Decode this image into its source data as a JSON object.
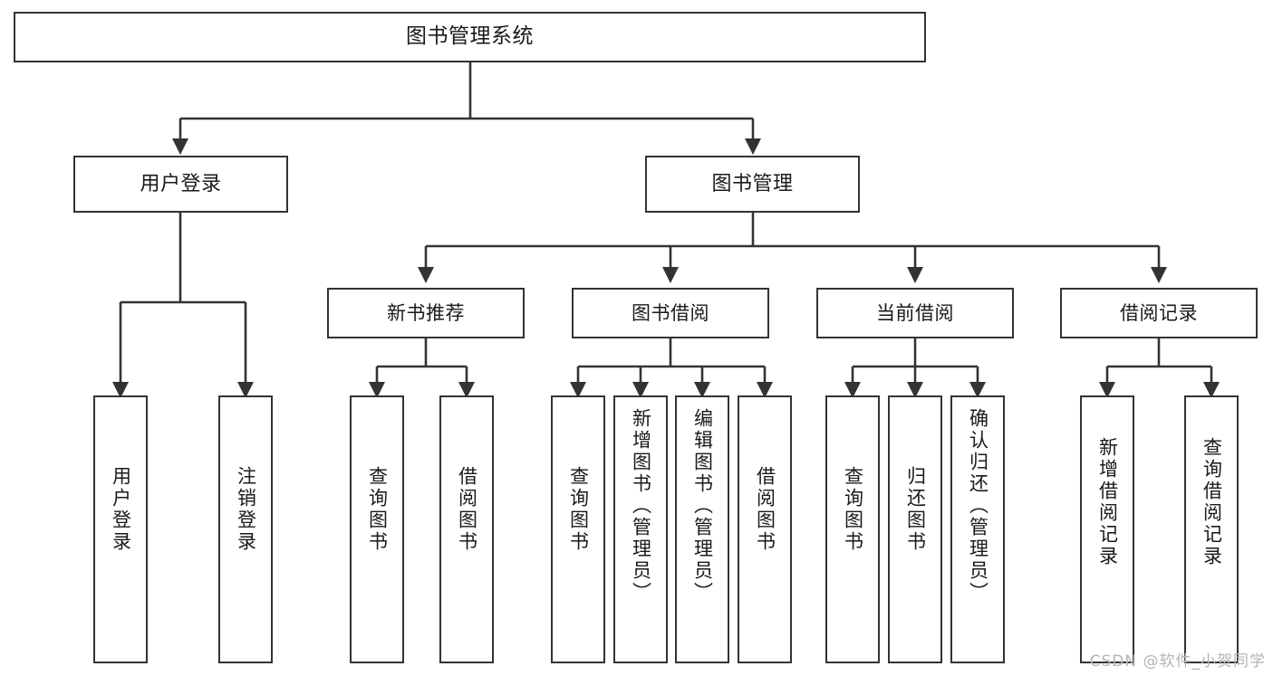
{
  "diagram": {
    "title": "图书管理系统",
    "type": "tree",
    "watermark": "CSDN @软件_小贺同学",
    "colors": {
      "stroke": "#333333",
      "fill": "#ffffff",
      "text": "#1a1a1a",
      "watermark": "#b4b4b4"
    },
    "nodes": {
      "root": {
        "label": "图书管理系统"
      },
      "level1": [
        {
          "id": "user-login",
          "label": "用户登录"
        },
        {
          "id": "book-manage",
          "label": "图书管理"
        }
      ],
      "level2": [
        {
          "id": "new-book-recommend",
          "label": "新书推荐"
        },
        {
          "id": "book-borrow",
          "label": "图书借阅"
        },
        {
          "id": "current-borrow",
          "label": "当前借阅"
        },
        {
          "id": "borrow-record",
          "label": "借阅记录"
        }
      ],
      "leaves": {
        "user-login": [
          {
            "id": "leaf-user-login",
            "label": "用户登录"
          },
          {
            "id": "leaf-logout",
            "label": "注销登录"
          }
        ],
        "new-book-recommend": [
          {
            "id": "leaf-query-book-1",
            "label": "查询图书"
          },
          {
            "id": "leaf-borrow-book-1",
            "label": "借阅图书"
          }
        ],
        "book-borrow": [
          {
            "id": "leaf-query-book-2",
            "label": "查询图书"
          },
          {
            "id": "leaf-add-book",
            "label": "新增图书（管理员）"
          },
          {
            "id": "leaf-edit-book",
            "label": "编辑图书（管理员）"
          },
          {
            "id": "leaf-borrow-book-2",
            "label": "借阅图书"
          }
        ],
        "current-borrow": [
          {
            "id": "leaf-query-book-3",
            "label": "查询图书"
          },
          {
            "id": "leaf-return-book",
            "label": "归还图书"
          },
          {
            "id": "leaf-confirm-return",
            "label": "确认归还（管理员）"
          }
        ],
        "borrow-record": [
          {
            "id": "leaf-add-record",
            "label": "新增借阅记录"
          },
          {
            "id": "leaf-query-record",
            "label": "查询借阅记录"
          }
        ]
      }
    }
  }
}
